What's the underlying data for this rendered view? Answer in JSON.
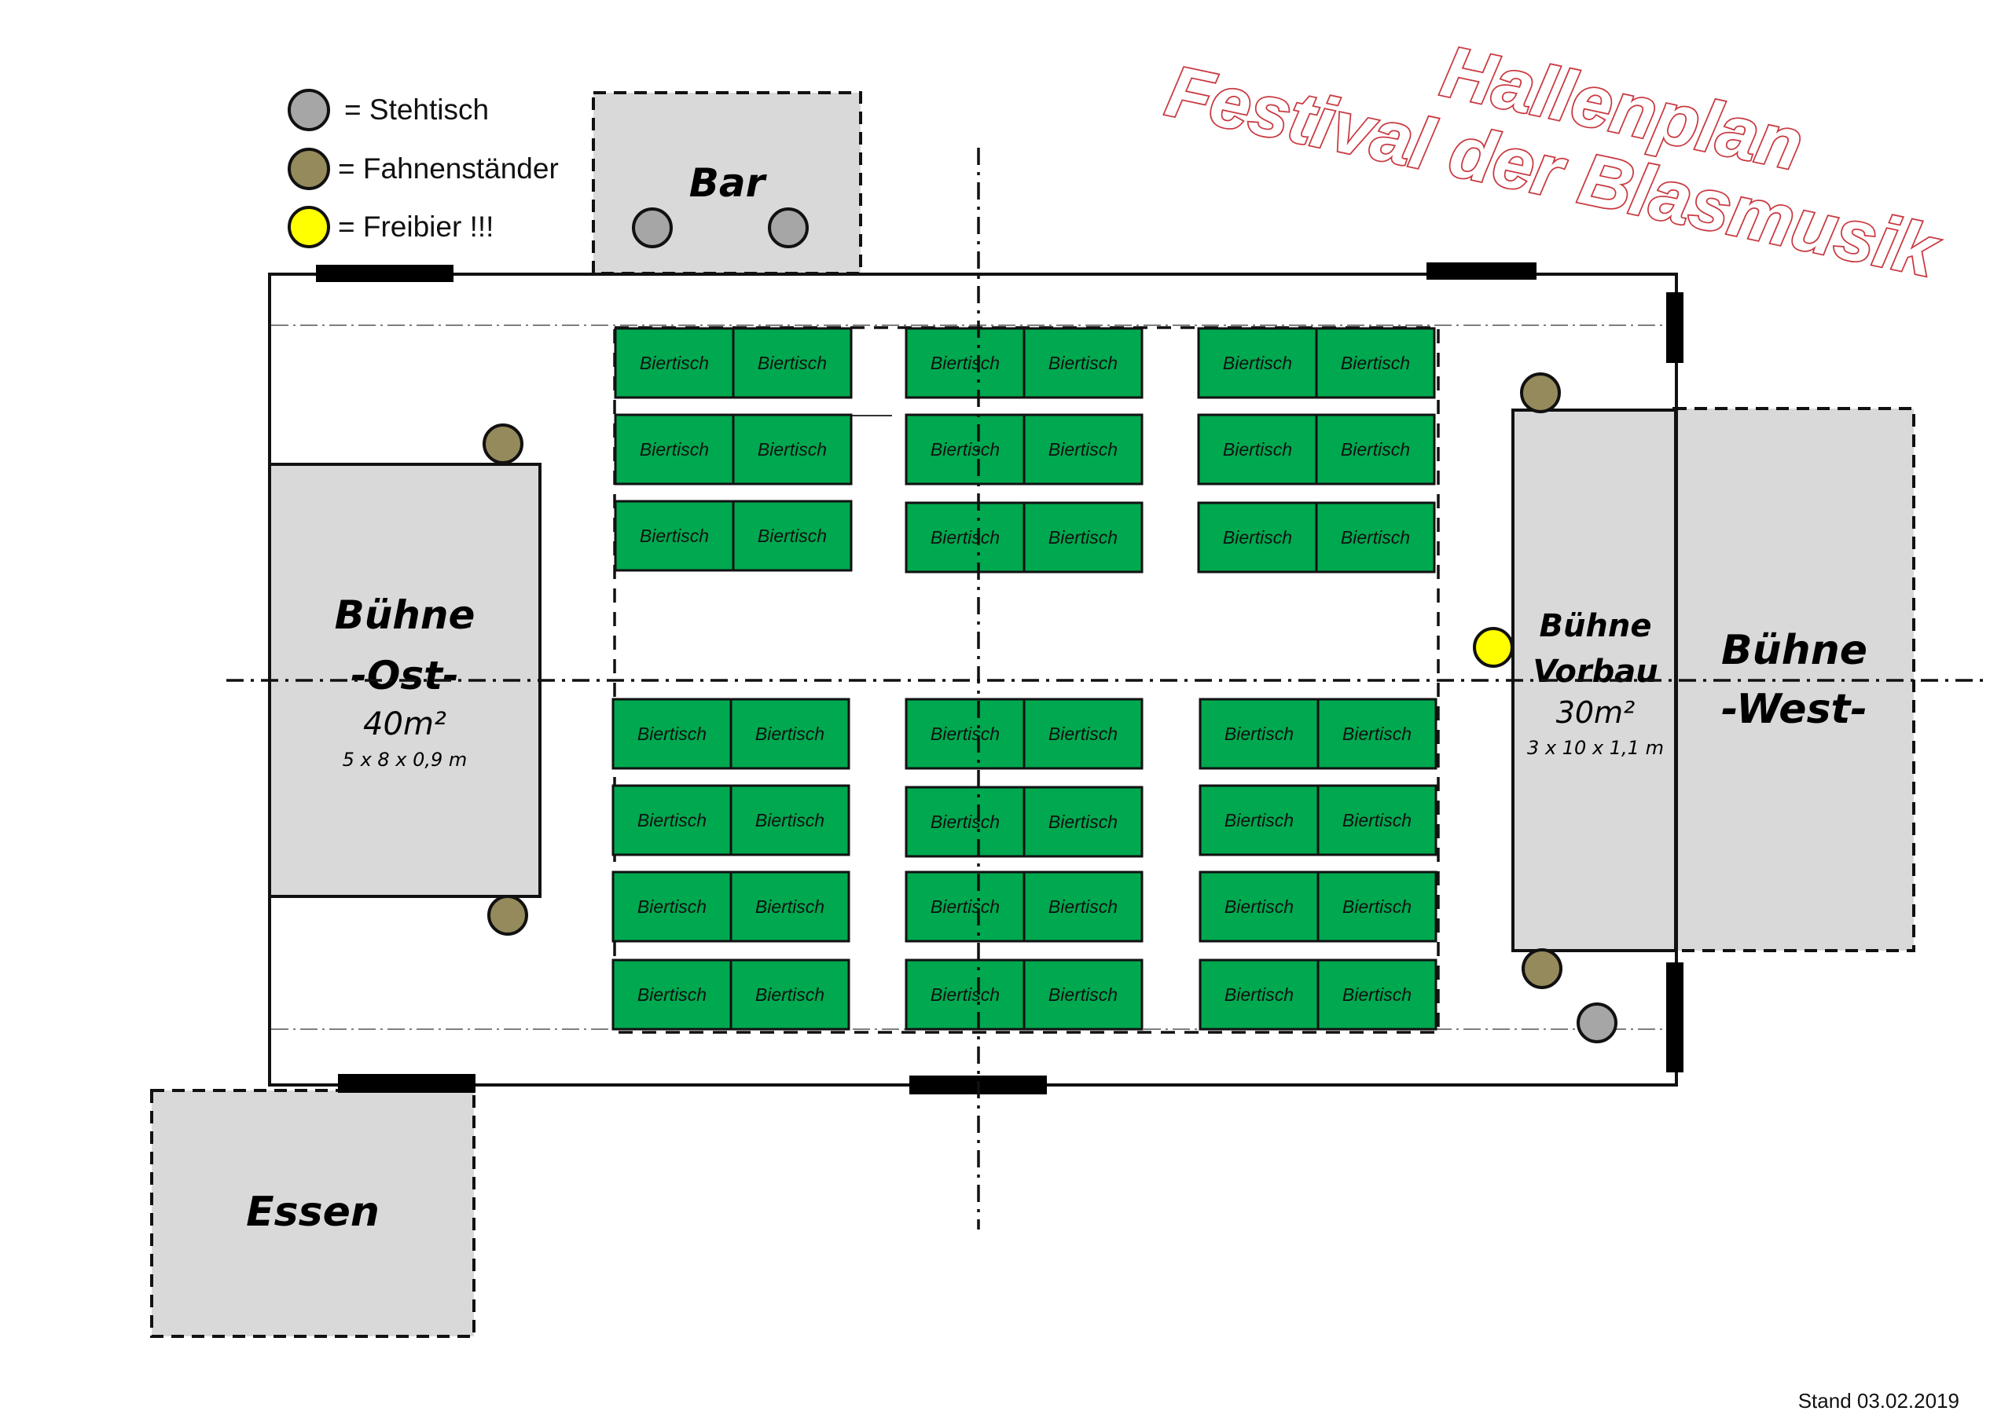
{
  "title": {
    "line1": "Hallenplan",
    "line2": "Festival der Blasmusik"
  },
  "legend": {
    "items": [
      {
        "label": "=  Stehtisch",
        "color": "#a6a6a6"
      },
      {
        "label": "=  Fahnenständer",
        "color": "#958a5c"
      },
      {
        "label": "=  Freibier !!!",
        "color": "#ffff00"
      }
    ]
  },
  "areas": {
    "bar": {
      "label": "Bar"
    },
    "essen": {
      "label": "Essen"
    },
    "buehne_ost": {
      "label1": "Bühne",
      "label2": "-Ost-",
      "area": "40m²",
      "dims": "5 x 8 x 0,9 m"
    },
    "buehne_vorbau": {
      "label1": "Bühne",
      "label2": "Vorbau",
      "area": "30m²",
      "dims": "3 x 10 x 1,1 m"
    },
    "buehne_west": {
      "label1": "Bühne",
      "label2": "-West-"
    }
  },
  "table_label": "Biertisch",
  "stand": "Stand 03.02.2019",
  "colors": {
    "table_fill": "#00a84f",
    "area_fill": "#d9d9d9",
    "stehtisch": "#a6a6a6",
    "fahnenstaender": "#958a5c",
    "freibier": "#ffff00",
    "title_outline": "#c9383f"
  }
}
